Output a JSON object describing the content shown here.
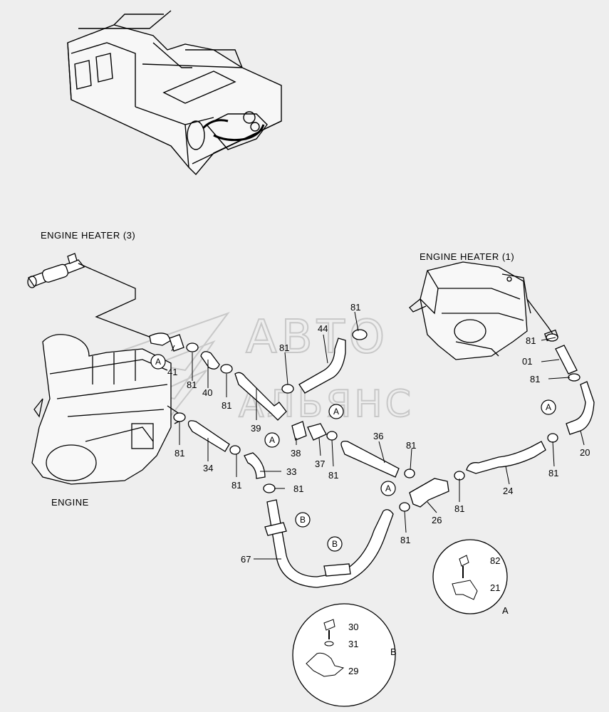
{
  "titles": {
    "engine_heater_3": "ENGINE HEATER (3)",
    "engine_heater_1": "ENGINE HEATER (1)",
    "engine": "ENGINE"
  },
  "watermark": {
    "line1": "АВТО",
    "line2": "АЛЬЯНС"
  },
  "detail_labels": {
    "a": "A",
    "b": "B"
  },
  "callouts": {
    "p81a": "81",
    "p44": "44",
    "p81b": "81",
    "p41": "41",
    "p81c": "81",
    "p40": "40",
    "p81d": "81",
    "p39": "39",
    "p38": "38",
    "p37": "37",
    "p81e": "81",
    "p36": "36",
    "p81f": "81",
    "p34": "34",
    "p81g": "81",
    "p33": "33",
    "p81h": "81",
    "p81i": "81",
    "p01": "01",
    "p81j": "81",
    "p20": "20",
    "p81k": "81",
    "p24": "24",
    "p81l": "81",
    "p26": "26",
    "p81m": "81",
    "p67": "67",
    "p82": "82",
    "p21": "21",
    "p30": "30",
    "p31": "31",
    "p29": "29",
    "p81n": "81"
  },
  "markers": {
    "m1": "A",
    "m2": "A",
    "m3": "A",
    "m4": "A",
    "m5": "A",
    "m6": "B",
    "m7": "B"
  }
}
